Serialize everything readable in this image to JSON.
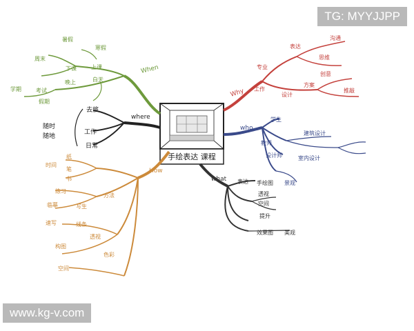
{
  "watermarks": {
    "top": "TG: MYYJJPP",
    "bottom": "www.kg-v.com"
  },
  "center": {
    "title": "手绘表达 课程"
  },
  "branches": {
    "when": {
      "label": "When",
      "color": "#6e9a3c",
      "nodes": [
        "暑假",
        "寒假",
        "周末",
        "上课",
        "下课",
        "白天",
        "晚上",
        "考试",
        "学期",
        "假期"
      ]
    },
    "why": {
      "label": "Why",
      "color": "#c4413c",
      "nodes": [
        "专业",
        "表达",
        "沟通",
        "思维",
        "工作",
        "设计",
        "创意",
        "方案",
        "推敲"
      ]
    },
    "where": {
      "label": "where",
      "color": "#222222",
      "nodes": [
        "去旅",
        "工作",
        "日常"
      ],
      "side_note": [
        "随时",
        "随地"
      ]
    },
    "who": {
      "label": "who",
      "color": "#3a4a8a",
      "nodes": [
        "学生",
        "教师",
        "设计师",
        "建筑设计",
        "景观",
        "室内设计"
      ]
    },
    "how": {
      "label": "How",
      "color": "#cc8a3a",
      "nodes": [
        "纸",
        "笔",
        "书",
        "时间",
        "方法",
        "练习",
        "临摹",
        "写生",
        "速写",
        "线条",
        "透视",
        "构图",
        "色彩",
        "空间"
      ]
    },
    "what": {
      "label": "what",
      "color": "#333333",
      "nodes": [
        "表达",
        "手绘图",
        "透视",
        "空间",
        "提升",
        "效果图",
        "美观"
      ]
    }
  }
}
